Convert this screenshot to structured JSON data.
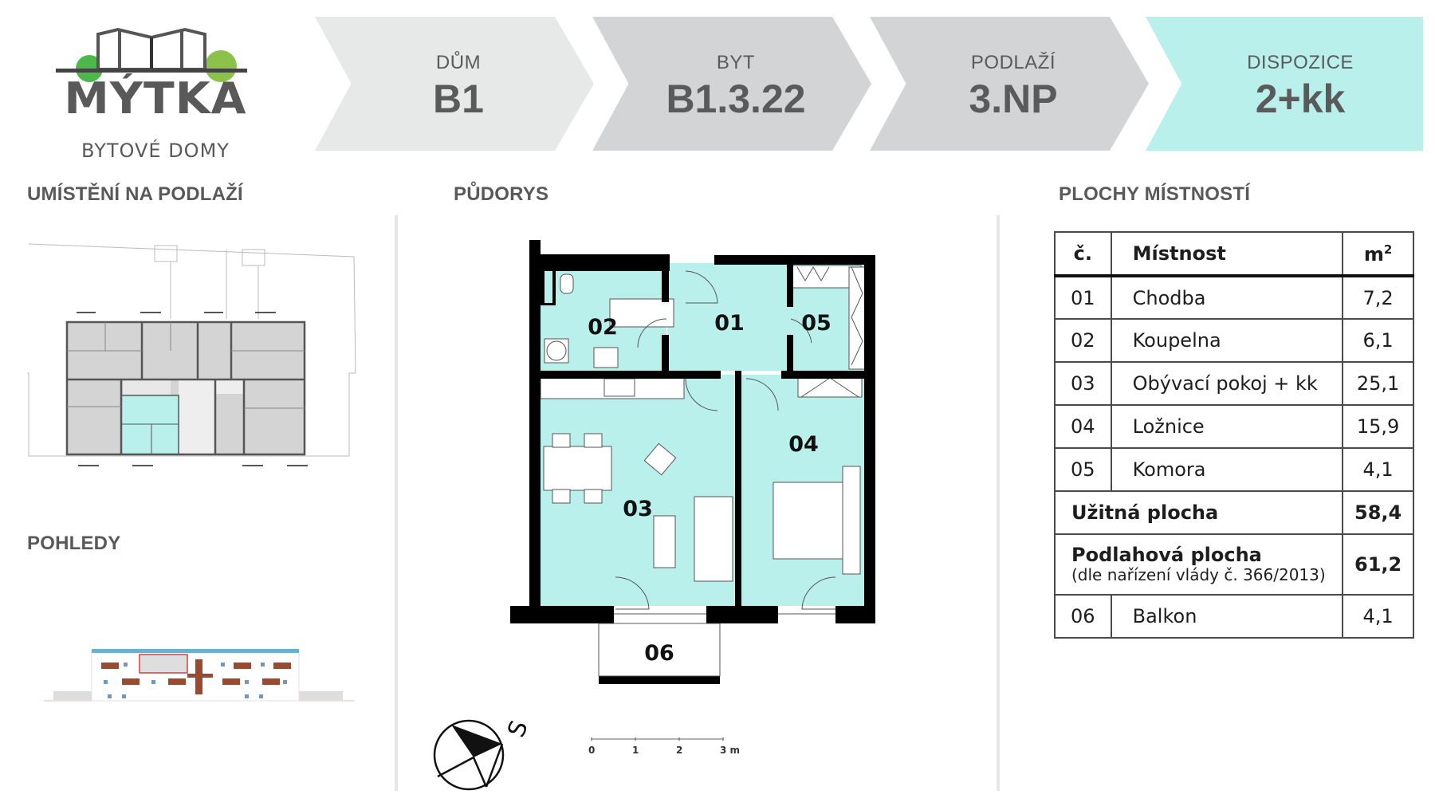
{
  "logo": {
    "name": "MÝTKA",
    "subtitle": "BYTOVÉ DOMY",
    "colors": {
      "text": "#595959",
      "tree_left": "#4cb84a",
      "tree_right": "#8bc34a"
    }
  },
  "header": {
    "steps": [
      {
        "label": "DŮM",
        "value": "B1",
        "color": "#e7e8e8"
      },
      {
        "label": "BYT",
        "value": "B1.3.22",
        "color": "#d3d4d6"
      },
      {
        "label": "PODLAŽÍ",
        "value": "3.NP",
        "color": "#d3d4d6"
      },
      {
        "label": "DISPOZICE",
        "value": "2+kk",
        "color": "#b9f0ec"
      }
    ]
  },
  "sections": {
    "location": "UMÍSTĚNÍ NA PODLAŽÍ",
    "views": "POHLEDY",
    "floorplan": "PŮDORYS",
    "areas": "PLOCHY MÍSTNOSTÍ"
  },
  "floorplan": {
    "room_fill": "#b9f0ec",
    "rooms": [
      {
        "id": "01"
      },
      {
        "id": "02"
      },
      {
        "id": "03"
      },
      {
        "id": "04"
      },
      {
        "id": "05"
      },
      {
        "id": "06"
      }
    ],
    "compass_label": "S",
    "scale": {
      "ticks": [
        "0",
        "1",
        "2",
        "3 m"
      ]
    }
  },
  "table": {
    "headers": {
      "no": "č.",
      "room": "Místnost",
      "area_unit": "m",
      "area_sup": "2"
    },
    "rows": [
      {
        "no": "01",
        "name": "Chodba",
        "area": "7,2"
      },
      {
        "no": "02",
        "name": "Koupelna",
        "area": "6,1"
      },
      {
        "no": "03",
        "name": "Obývací pokoj + kk",
        "area": "25,1"
      },
      {
        "no": "04",
        "name": "Ložnice",
        "area": "15,9"
      },
      {
        "no": "05",
        "name": "Komora",
        "area": "4,1"
      }
    ],
    "usable": {
      "label": "Užitná plocha",
      "area": "58,4"
    },
    "floor": {
      "label": "Podlahová plocha",
      "note": "(dle nařízení vlády č. 366/2013)",
      "area": "61,2"
    },
    "extra": [
      {
        "no": "06",
        "name": "Balkon",
        "area": "4,1"
      }
    ]
  }
}
